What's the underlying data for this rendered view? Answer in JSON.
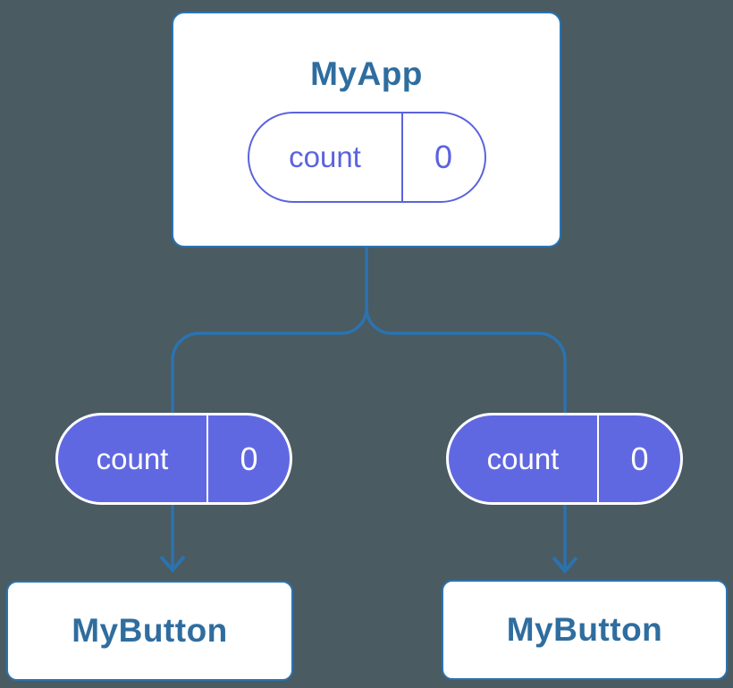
{
  "theme": {
    "bg": "#4a5b62",
    "line": "#2b73b0",
    "node-border": "#2b73b0",
    "heading": "#2f6d9f",
    "purple-stroke": "#5b63de",
    "purple-fill": "#6068e1",
    "white": "#ffffff"
  },
  "diagram": {
    "type": "component-tree",
    "root": {
      "title": "MyApp",
      "state_pill": {
        "name": "count",
        "value": "0"
      }
    },
    "children": [
      {
        "title": "MyButton",
        "prop_pill": {
          "name": "count",
          "value": "0"
        }
      },
      {
        "title": "MyButton",
        "prop_pill": {
          "name": "count",
          "value": "0"
        }
      }
    ]
  }
}
